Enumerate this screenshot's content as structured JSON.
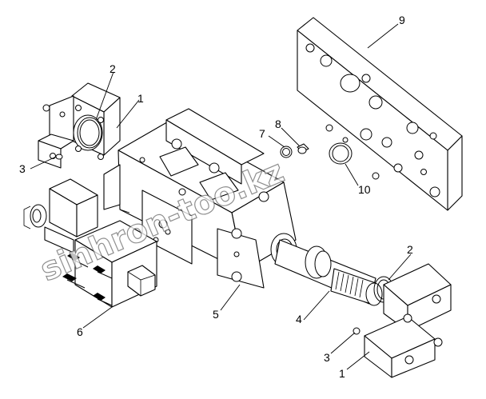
{
  "diagram": {
    "callouts": [
      {
        "id": "c1a",
        "label": "1"
      },
      {
        "id": "c2a",
        "label": "2"
      },
      {
        "id": "c3a",
        "label": "3"
      },
      {
        "id": "c9",
        "label": "9"
      },
      {
        "id": "c7",
        "label": "7"
      },
      {
        "id": "c8",
        "label": "8"
      },
      {
        "id": "c10",
        "label": "10"
      },
      {
        "id": "c2b",
        "label": "2"
      },
      {
        "id": "c5",
        "label": "5"
      },
      {
        "id": "c4",
        "label": "4"
      },
      {
        "id": "c6",
        "label": "6"
      },
      {
        "id": "c3b",
        "label": "3"
      },
      {
        "id": "c1b",
        "label": "1"
      }
    ],
    "watermark": "sinhron-too.kz"
  }
}
